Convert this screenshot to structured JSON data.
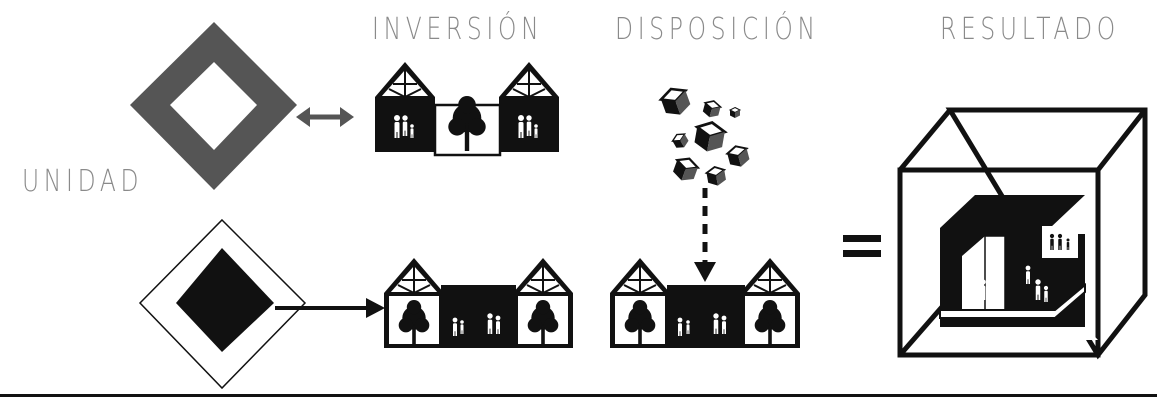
{
  "labels": {
    "unidad": "UNIDAD",
    "inversion": "INVERSIÓN",
    "disposicion": "DISPOSICIÓN",
    "resultado": "RESULTADO"
  },
  "colors": {
    "label_gray": "#8a8a8a",
    "frame_gray": "#555555",
    "ink": "#111111",
    "paper": "#ffffff"
  }
}
